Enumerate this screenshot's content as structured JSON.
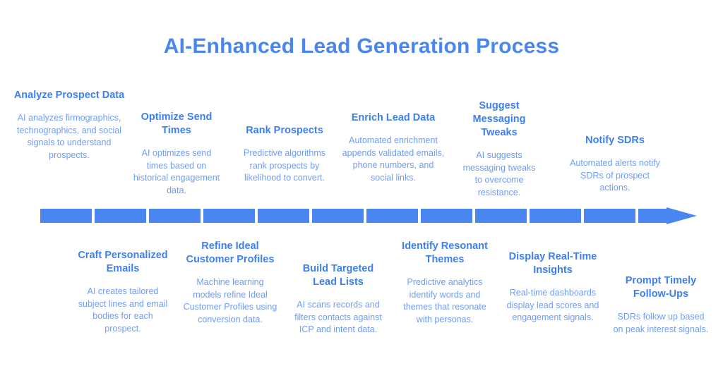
{
  "title": "AI-Enhanced Lead Generation Process",
  "colors": {
    "title": "#4a86f0",
    "step_heading": "#3d80f0",
    "step_body": "#6f9df5",
    "arrow": "#4a86f0",
    "background": "#ffffff"
  },
  "timeline": {
    "segment_count": 12,
    "arrowhead": "right"
  },
  "top_steps": [
    {
      "title": "Analyze Prospect Data",
      "description": "AI analyzes firmographics, technographics, and social signals to understand prospects."
    },
    {
      "title": "Optimize Send Times",
      "description": "AI optimizes send times based on historical engagement data."
    },
    {
      "title": "Rank Prospects",
      "description": "Predictive algorithms rank prospects by likelihood to convert."
    },
    {
      "title": "Enrich Lead Data",
      "description": "Automated enrichment appends validated emails, phone numbers, and social links."
    },
    {
      "title": "Suggest Messaging Tweaks",
      "description": "AI suggests messaging tweaks to overcome resistance."
    },
    {
      "title": "Notify SDRs",
      "description": "Automated alerts notify SDRs of prospect actions."
    }
  ],
  "bottom_steps": [
    {
      "title": "Craft Personalized Emails",
      "description": "AI creates tailored subject lines and email bodies for each prospect."
    },
    {
      "title": "Refine Ideal Customer Profiles",
      "description": "Machine learning models refine Ideal Customer Profiles using conversion data."
    },
    {
      "title": "Build Targeted Lead Lists",
      "description": "AI scans records and filters contacts against ICP and intent data."
    },
    {
      "title": "Identify Resonant Themes",
      "description": "Predictive analytics identify words and themes that resonate with personas."
    },
    {
      "title": "Display Real-Time Insights",
      "description": "Real-time dashboards display lead scores and engagement signals."
    },
    {
      "title": "Prompt Timely Follow-Ups",
      "description": "SDRs follow up based on peak interest signals."
    }
  ]
}
